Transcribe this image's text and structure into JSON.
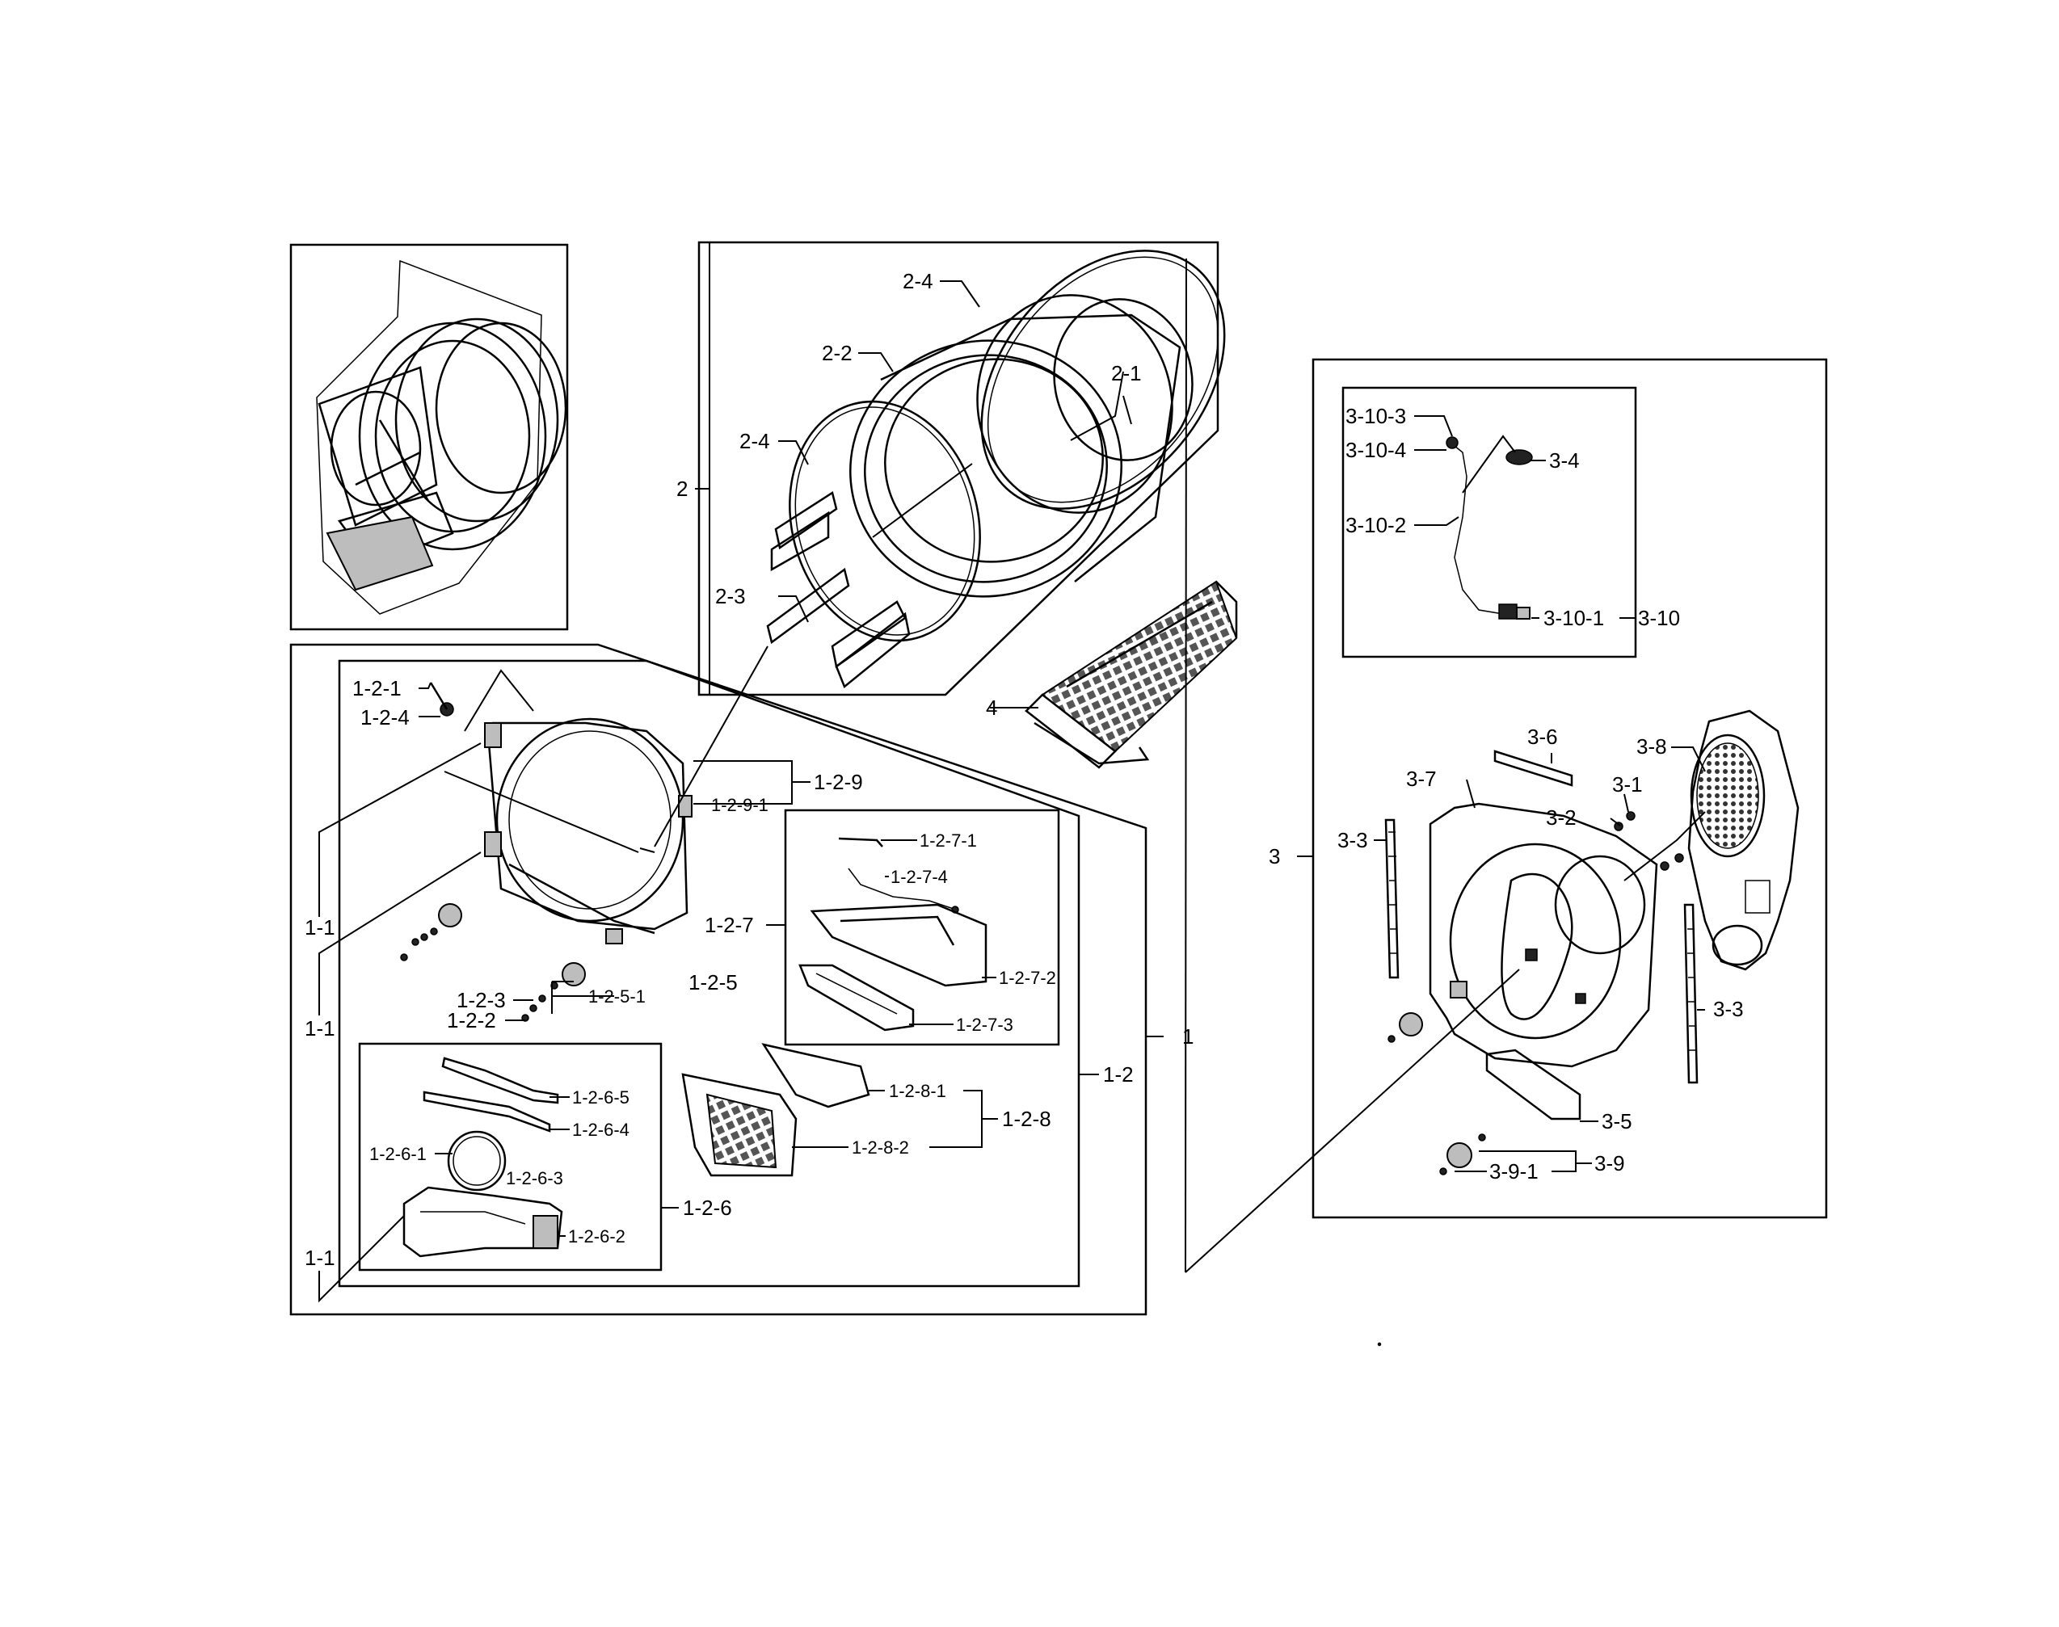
{
  "labels": {
    "l_2_4a": "2-4",
    "l_2_2": "2-2",
    "l_2_1": "2-1",
    "l_2_4b": "2-4",
    "l_2": "2",
    "l_2_3": "2-3",
    "l_4": "4",
    "l_1_2_1": "1-2-1",
    "l_1_2_4": "1-2-4",
    "l_1_2_9": "1-2-9",
    "l_1_2_9_1": "1-2-9-1",
    "l_1_1a": "1-1",
    "l_1_1b": "1-1",
    "l_1_1c": "1-1",
    "l_1_2_7": "1-2-7",
    "l_1_2_7_1": "1-2-7-1",
    "l_1_2_7_4": "1-2-7-4",
    "l_1_2_7_2": "1-2-7-2",
    "l_1_2_7_3": "1-2-7-3",
    "l_1_2_3": "1-2-3",
    "l_1_2_5_1": "1-2-5-1",
    "l_1_2_5": "1-2-5",
    "l_1_2_2": "1-2-2",
    "l_1_2_6_5": "1-2-6-5",
    "l_1_2_6_4": "1-2-6-4",
    "l_1_2_6_1": "1-2-6-1",
    "l_1_2_6_3": "1-2-6-3",
    "l_1_2_6_2": "1-2-6-2",
    "l_1_2_6": "1-2-6",
    "l_1_2_8_1": "1-2-8-1",
    "l_1_2_8_2": "1-2-8-2",
    "l_1_2_8": "1-2-8",
    "l_1_2": "1-2",
    "l_1": "1",
    "l_3_10_3": "3-10-3",
    "l_3_10_4": "3-10-4",
    "l_3_10_2": "3-10-2",
    "l_3_10_1": "3-10-1",
    "l_3_10": "3-10",
    "l_3_4": "3-4",
    "l_3_6": "3-6",
    "l_3_8": "3-8",
    "l_3_7": "3-7",
    "l_3_1": "3-1",
    "l_3_2": "3-2",
    "l_3": "3",
    "l_3_3a": "3-3",
    "l_3_3b": "3-3",
    "l_3_5": "3-5",
    "l_3_9_1": "3-9-1",
    "l_3_9": "3-9"
  }
}
